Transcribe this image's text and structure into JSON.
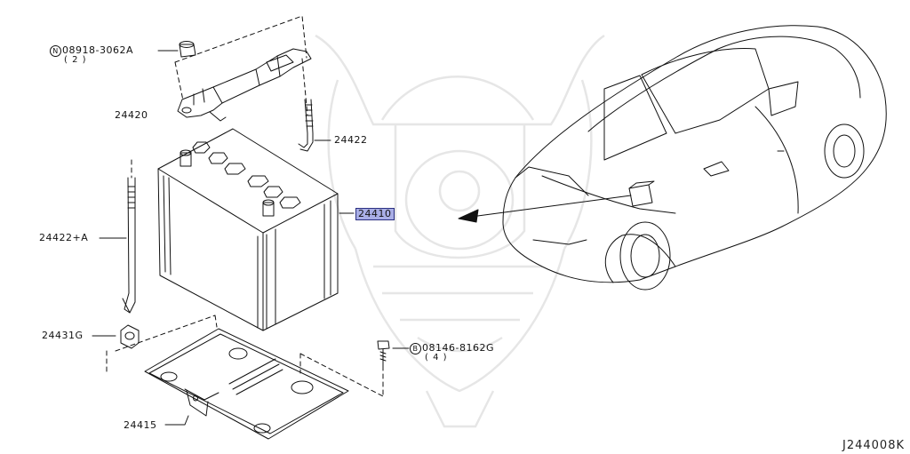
{
  "labels": {
    "nut": {
      "marker": "N",
      "code": "08918-3062A",
      "qty": "( 2 )"
    },
    "frame": "24420",
    "rod_right": "24422",
    "rod_left": "24422+A",
    "battery": "24410",
    "clip": "24431G",
    "bolt": {
      "marker": "B",
      "code": "08146-8162G",
      "qty": "( 4 )"
    },
    "tray": "24415"
  },
  "diagram_id": "J244008K",
  "colors": {
    "line": "#111111",
    "highlight": "#a9aee6",
    "highlight_border": "#2a2f80",
    "watermark": "#e6e6e6"
  },
  "icons": [
    "watermark-emblem",
    "battery",
    "hold-down-frame",
    "j-bolt",
    "battery-tray",
    "hex-nut",
    "flange-bolt",
    "clip",
    "car-outline"
  ]
}
